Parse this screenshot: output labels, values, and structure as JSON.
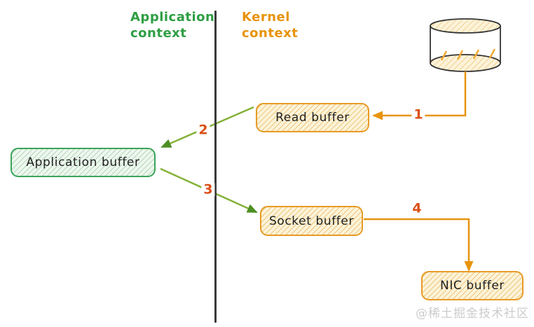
{
  "header": {
    "left_label": "Application context",
    "right_label": "Kernel context"
  },
  "nodes": {
    "read_buffer": "Read buffer",
    "application_buffer": "Application buffer",
    "socket_buffer": "Socket buffer",
    "nic_buffer": "NIC buffer"
  },
  "steps": {
    "step1": "1",
    "step2": "2",
    "step3": "3",
    "step4": "4"
  },
  "icons": {
    "disk": "disk-cylinder-icon"
  },
  "watermark": "@稀土掘金技术社区",
  "colors": {
    "app_green": "#2f9e44",
    "kernel_orange": "#e8930c",
    "box_orange_border": "#e89a25",
    "box_orange_fill": "#fcf3d9",
    "box_green_border": "#3aa45a",
    "box_green_fill": "#eef7ee",
    "step_number_red": "#da4f17",
    "arrow_green": "#84b137",
    "divider_dark": "#3a3a3a",
    "watermark_gray": "#cccccc"
  }
}
